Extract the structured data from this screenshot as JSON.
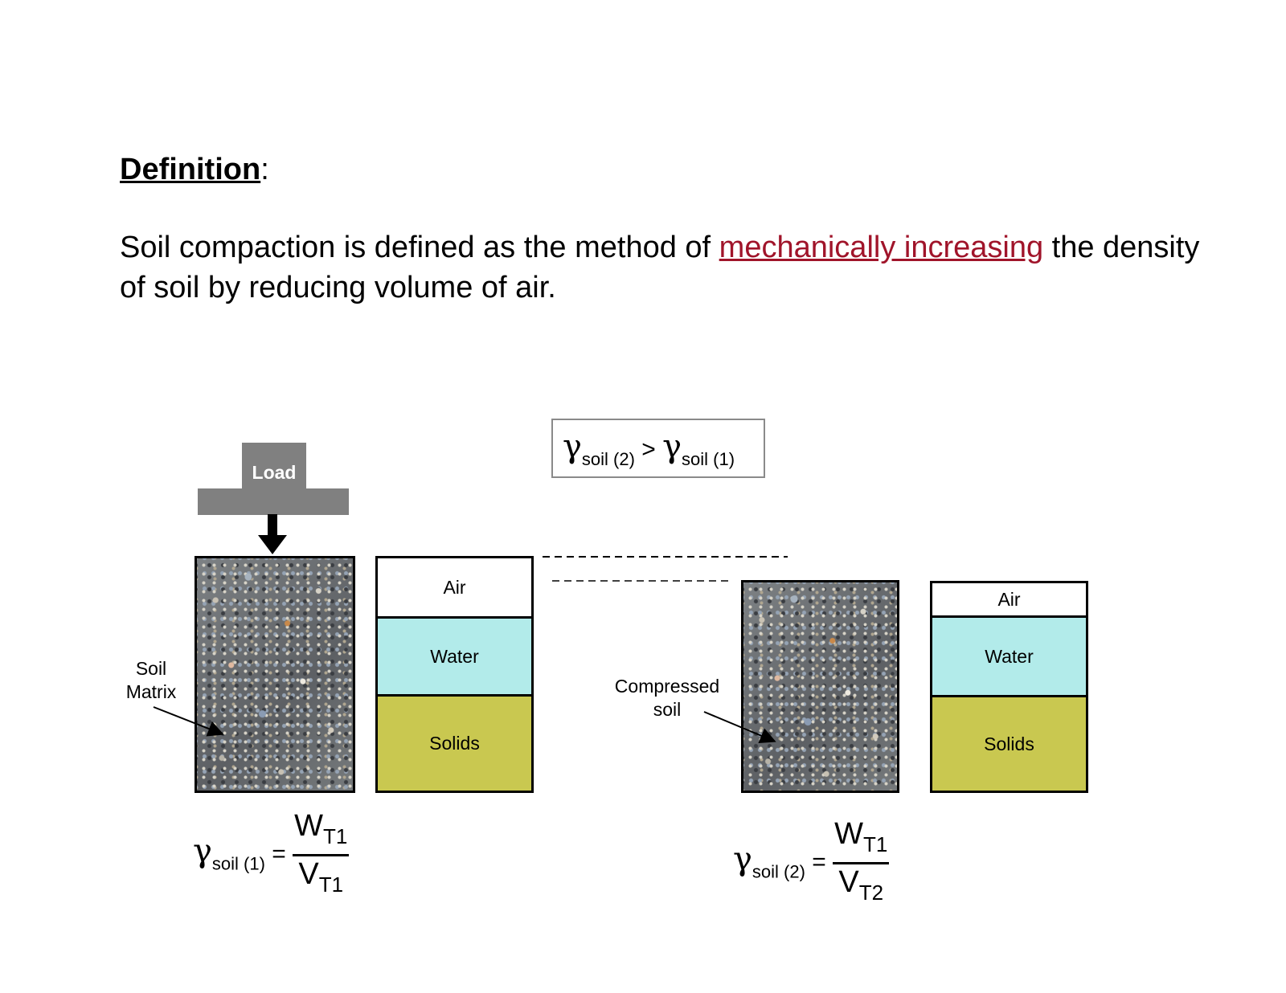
{
  "heading": {
    "word": "Definition",
    "colon": ":"
  },
  "definition": {
    "before": "Soil compaction is defined as the method of ",
    "highlight": "mechanically increasing",
    "after": " the density of soil by reducing volume of air."
  },
  "comparison": {
    "gamma": "γ",
    "left_sub": "soil (2)",
    "operator": ">",
    "right_sub": "soil (1)"
  },
  "load": {
    "label": "Load"
  },
  "labels": {
    "soil_matrix": [
      "Soil",
      "Matrix"
    ],
    "compressed_soil": [
      "Compressed",
      "soil"
    ]
  },
  "phases_before": {
    "air": "Air",
    "water": "Water",
    "solids": "Solids"
  },
  "phases_after": {
    "air": "Air",
    "water": "Water",
    "solids": "Solids"
  },
  "formula1": {
    "gamma": "γ",
    "sub": "soil (1)",
    "equals": "=",
    "num": "W",
    "num_sub": "T1",
    "den": "V",
    "den_sub": "T1"
  },
  "formula2": {
    "gamma": "γ",
    "sub": "soil (2)",
    "equals": "=",
    "num": "W",
    "num_sub": "T1",
    "den": "V",
    "den_sub": "T2"
  },
  "colors": {
    "highlight": "#a0142a",
    "water": "#b2ebea",
    "solids": "#c9c850",
    "load": "#808080"
  }
}
